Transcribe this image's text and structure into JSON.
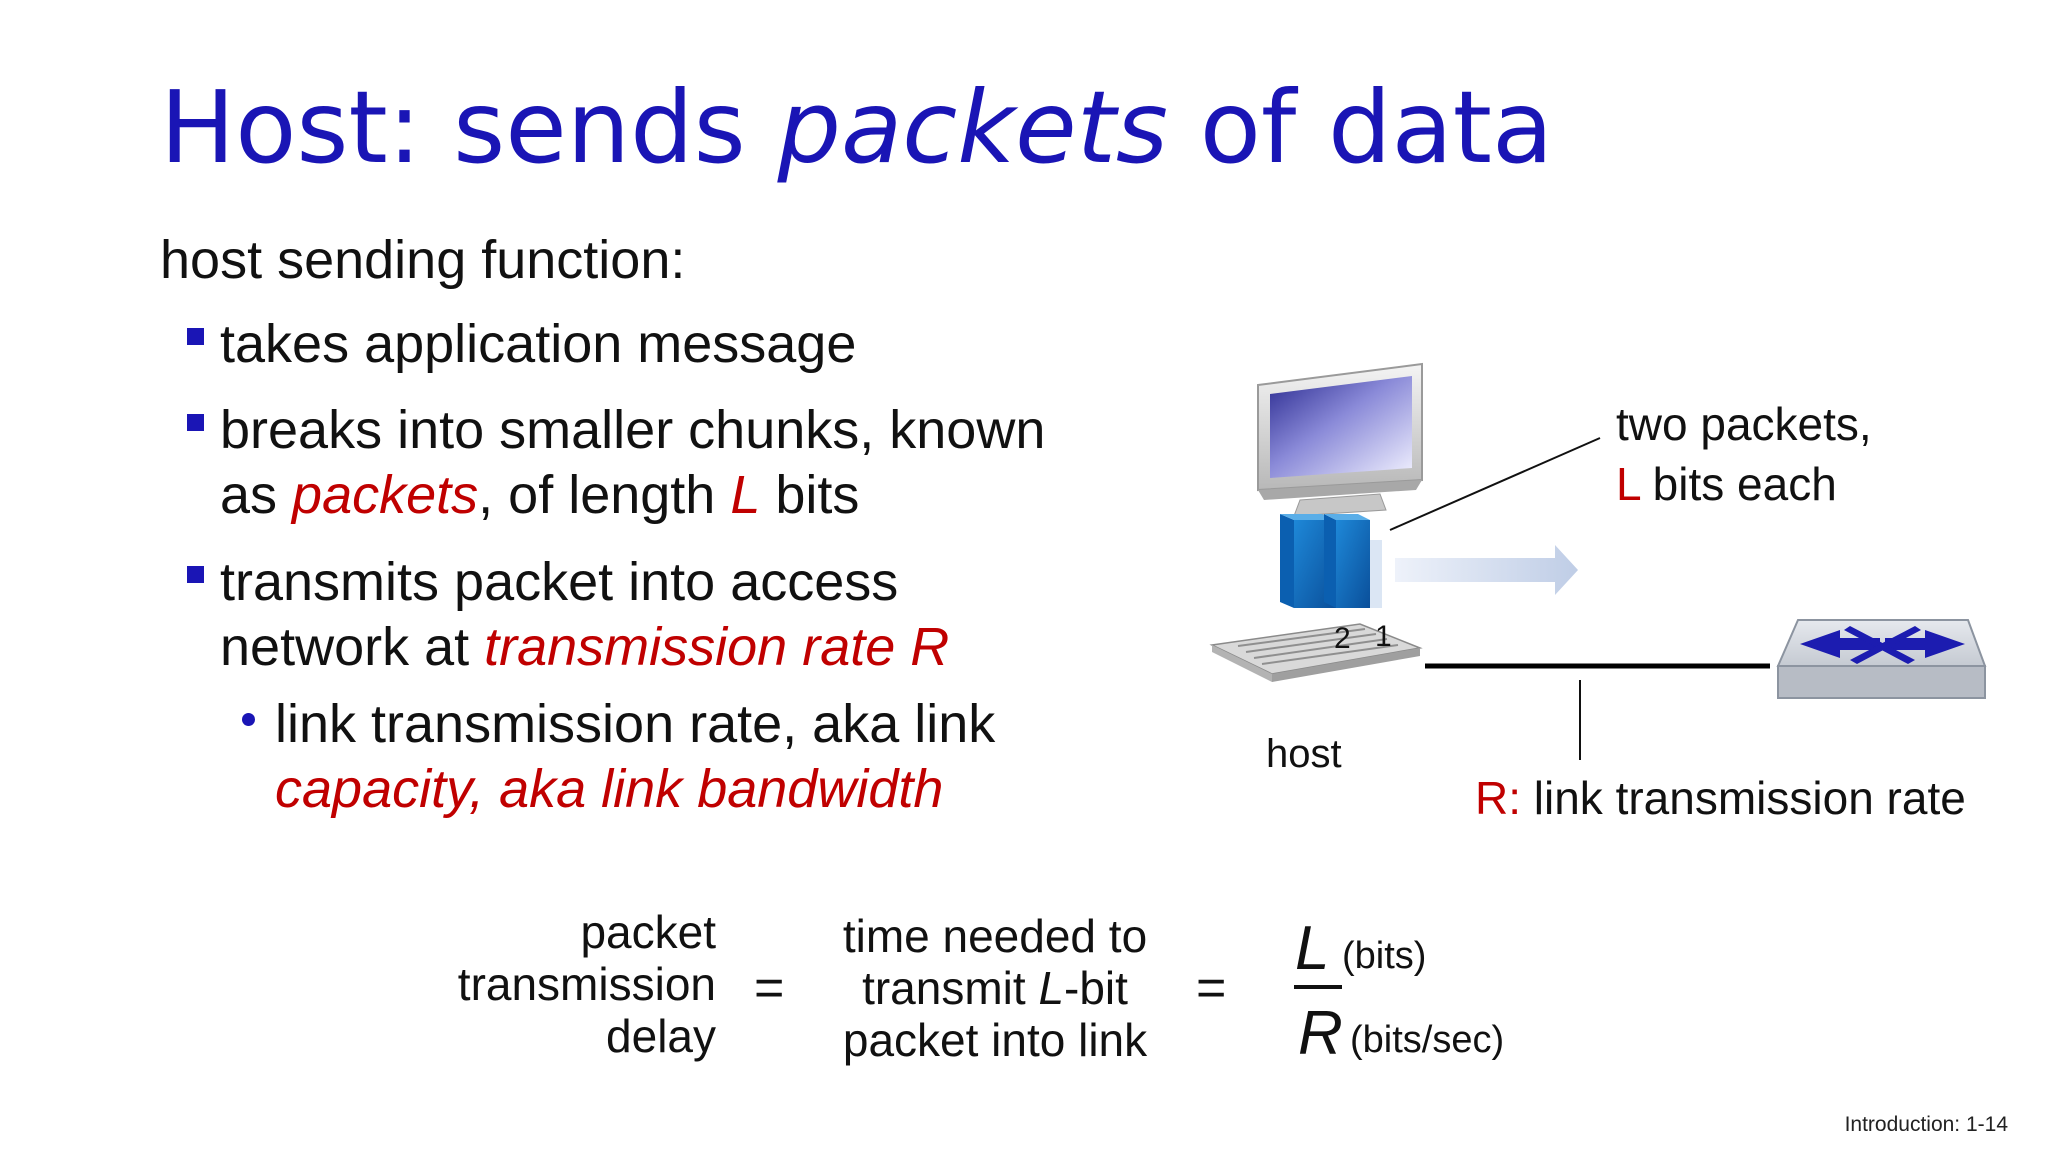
{
  "title": {
    "part1": "Host: sends ",
    "em": "packets",
    "part2": " of data"
  },
  "heading": "host sending function:",
  "bullets": {
    "b1": "takes application message",
    "b2_line1": "breaks into smaller chunks, known",
    "b2_l2_a": "as ",
    "b2_l2_packets": "packets",
    "b2_l2_b": ", of length ",
    "b2_l2_L": "L",
    "b2_l2_c": " bits",
    "b3_line1": "transmits packet into access",
    "b3_l2_a": "network at ",
    "b3_l2_rate": "transmission rate R",
    "sub1_line1": "link transmission rate, aka link",
    "sub1_line2": "capacity, aka link bandwidth"
  },
  "diagram": {
    "packets_label_line1": "two packets,",
    "packets_label_L": "L",
    "packets_label_rest": " bits each",
    "packet_num_2": "2",
    "packet_num_1": "1",
    "host_label": "host",
    "rate_label_R": "R:",
    "rate_label_rest": " link transmission rate"
  },
  "equation": {
    "lhs_line1": "packet",
    "lhs_line2": "transmission",
    "lhs_line3": "delay",
    "equals1": "=",
    "mid_line1": "time needed to",
    "mid_line2_a": "transmit ",
    "mid_line2_L": "L",
    "mid_line2_b": "-bit",
    "mid_line3": "packet into link",
    "equals2": "=",
    "numerator": "L",
    "numerator_unit": "(bits)",
    "denominator": "R",
    "denominator_unit": "(bits/sec)"
  },
  "footer": "Introduction: 1-14",
  "colors": {
    "title_blue": "#1a15b5",
    "emphasis_red": "#c00000",
    "switch_blue": "#1c1cb0"
  },
  "icons": [
    "computer-monitor-icon",
    "keyboard-icon",
    "packet-icon",
    "arrow-right-icon",
    "network-switch-icon"
  ]
}
